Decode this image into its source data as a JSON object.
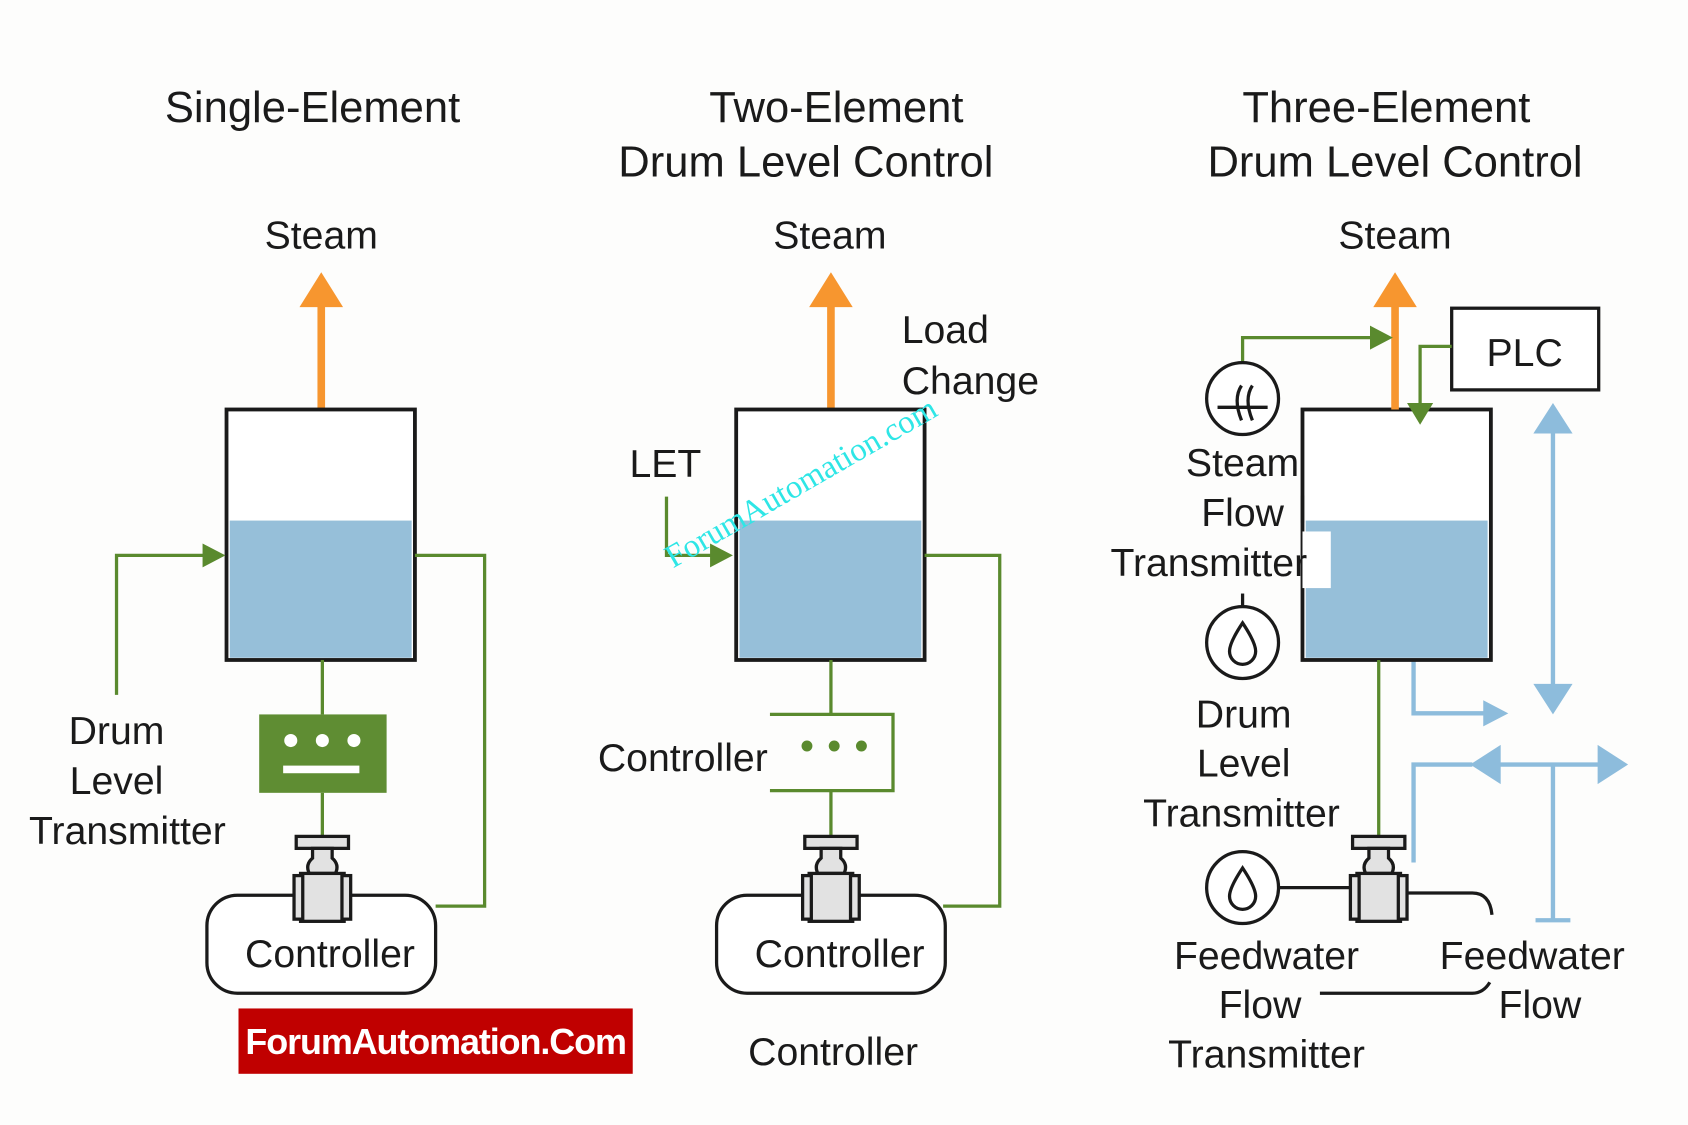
{
  "colors": {
    "steam": "#f7962f",
    "signal": "#5a8a2e",
    "water": "#96bfd9",
    "feedwater": "#8dbcdc",
    "logo_bg": "#c00000",
    "watermark": "#2ee6e6"
  },
  "single": {
    "title": "Single-Element",
    "steam": "Steam",
    "transmitter": [
      "Drum",
      "Level",
      "Transmitter"
    ],
    "controller": "Controller",
    "logo": "ForumAutomation.Com"
  },
  "two": {
    "title_line1": "Two-Element",
    "title_line2": "Drum Level Control",
    "steam": "Steam",
    "load_change": [
      "Load",
      "Change"
    ],
    "let": "LET",
    "controller_label": "Controller",
    "controller": "Controller",
    "controller_caption": "Controller",
    "watermark": "ForumAutomation.com"
  },
  "three": {
    "title_line1": "Three-Element",
    "title_line2": "Drum Level Control",
    "steam": "Steam",
    "plc": "PLC",
    "steam_flow_transmitter": [
      "Steam",
      "Flow",
      "Transmitter"
    ],
    "drum_level_transmitter": [
      "Drum",
      "Level",
      "Transmitter"
    ],
    "feedwater_flow_transmitter": [
      "Feedwater",
      "Flow",
      "Transmitter"
    ],
    "feedwater_flow": [
      "Feedwater",
      "Flow"
    ]
  }
}
